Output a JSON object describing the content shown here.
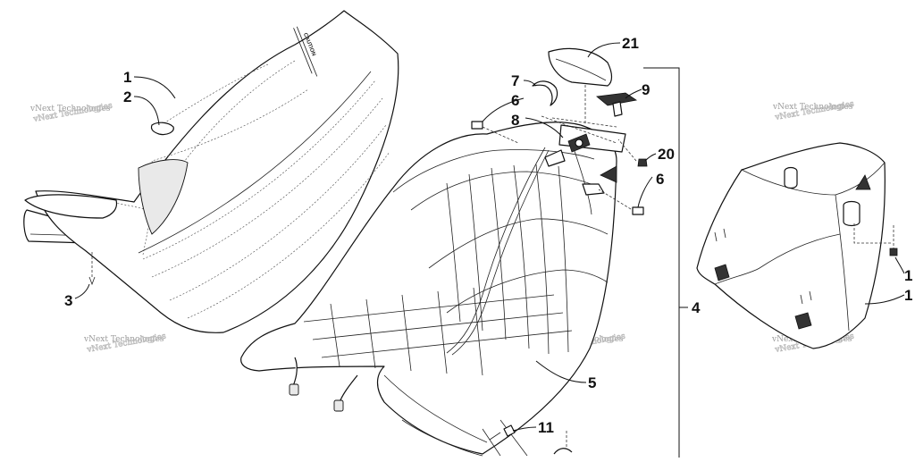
{
  "diagram": {
    "callouts": [
      "1",
      "2",
      "3",
      "21",
      "7",
      "6",
      "8",
      "9",
      "20",
      "6",
      "4",
      "5",
      "11",
      "1",
      "1"
    ],
    "watermark": "vNext Technologies",
    "seat_label": "CAUTION"
  }
}
